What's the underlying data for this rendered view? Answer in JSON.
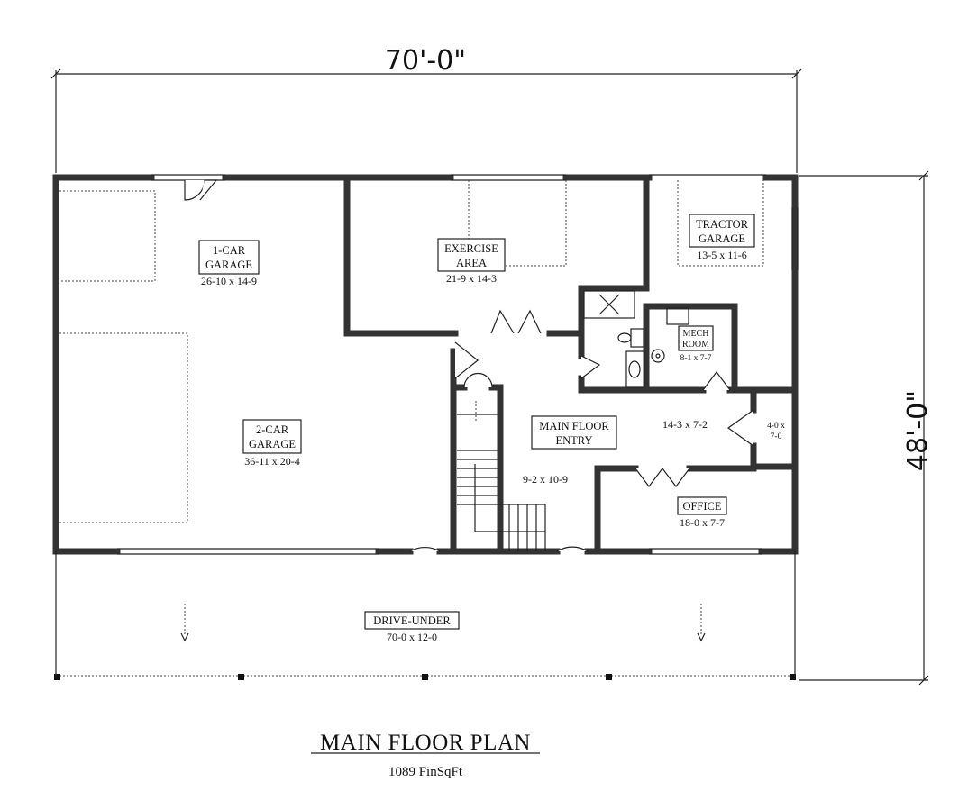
{
  "dimensions": {
    "overall_width": "70'-0\"",
    "overall_depth": "48'-0\""
  },
  "rooms": {
    "one_car_garage": {
      "name_line1": "1-CAR",
      "name_line2": "GARAGE",
      "size": "26-10 x 14-9"
    },
    "two_car_garage": {
      "name_line1": "2-CAR",
      "name_line2": "GARAGE",
      "size": "36-11 x 20-4"
    },
    "exercise_area": {
      "name_line1": "EXERCISE",
      "name_line2": "AREA",
      "size": "21-9 x 14-3"
    },
    "tractor_garage": {
      "name_line1": "TRACTOR",
      "name_line2": "GARAGE",
      "size": "13-5 x 11-6"
    },
    "mech_room": {
      "name_line1": "MECH",
      "name_line2": "ROOM",
      "size": "8-1 x 7-7"
    },
    "main_floor_entry": {
      "name_line1": "MAIN FLOOR",
      "name_line2": "ENTRY",
      "size": "9-2 x 10-9"
    },
    "hall": {
      "size": "14-3 x 7-2"
    },
    "closet": {
      "size_line1": "4-0 x",
      "size_line2": "7-0"
    },
    "office": {
      "name": "OFFICE",
      "size": "18-0 x 7-7"
    },
    "drive_under": {
      "name": "DRIVE-UNDER",
      "size": "70-0 x 12-0"
    }
  },
  "title": {
    "main": "MAIN FLOOR PLAN",
    "area": "1089 FinSqFt"
  }
}
